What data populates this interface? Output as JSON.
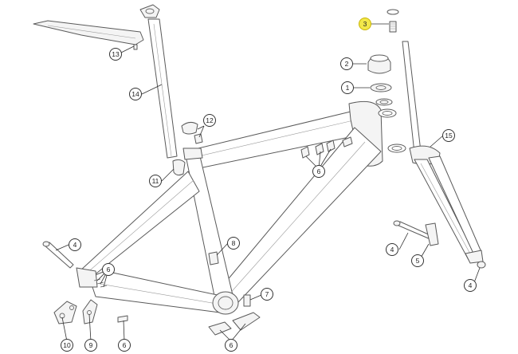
{
  "callouts": [
    {
      "id": "c-3",
      "label": "3",
      "highlight": true
    },
    {
      "id": "c-2",
      "label": "2"
    },
    {
      "id": "c-1",
      "label": "1"
    },
    {
      "id": "c-15",
      "label": "15"
    },
    {
      "id": "c-13",
      "label": "13"
    },
    {
      "id": "c-14",
      "label": "14"
    },
    {
      "id": "c-12",
      "label": "12"
    },
    {
      "id": "c-11",
      "label": "11"
    },
    {
      "id": "c-6a",
      "label": "6"
    },
    {
      "id": "c-8",
      "label": "8"
    },
    {
      "id": "c-4a",
      "label": "4"
    },
    {
      "id": "c-4b",
      "label": "4"
    },
    {
      "id": "c-5",
      "label": "5"
    },
    {
      "id": "c-4c",
      "label": "4"
    },
    {
      "id": "c-6b",
      "label": "6"
    },
    {
      "id": "c-7",
      "label": "7"
    },
    {
      "id": "c-10",
      "label": "10"
    },
    {
      "id": "c-9",
      "label": "9"
    },
    {
      "id": "c-6c",
      "label": "6"
    },
    {
      "id": "c-6d",
      "label": "6"
    }
  ],
  "colors": {
    "highlight": "#f2e84a",
    "line": "#5a5a5a"
  }
}
